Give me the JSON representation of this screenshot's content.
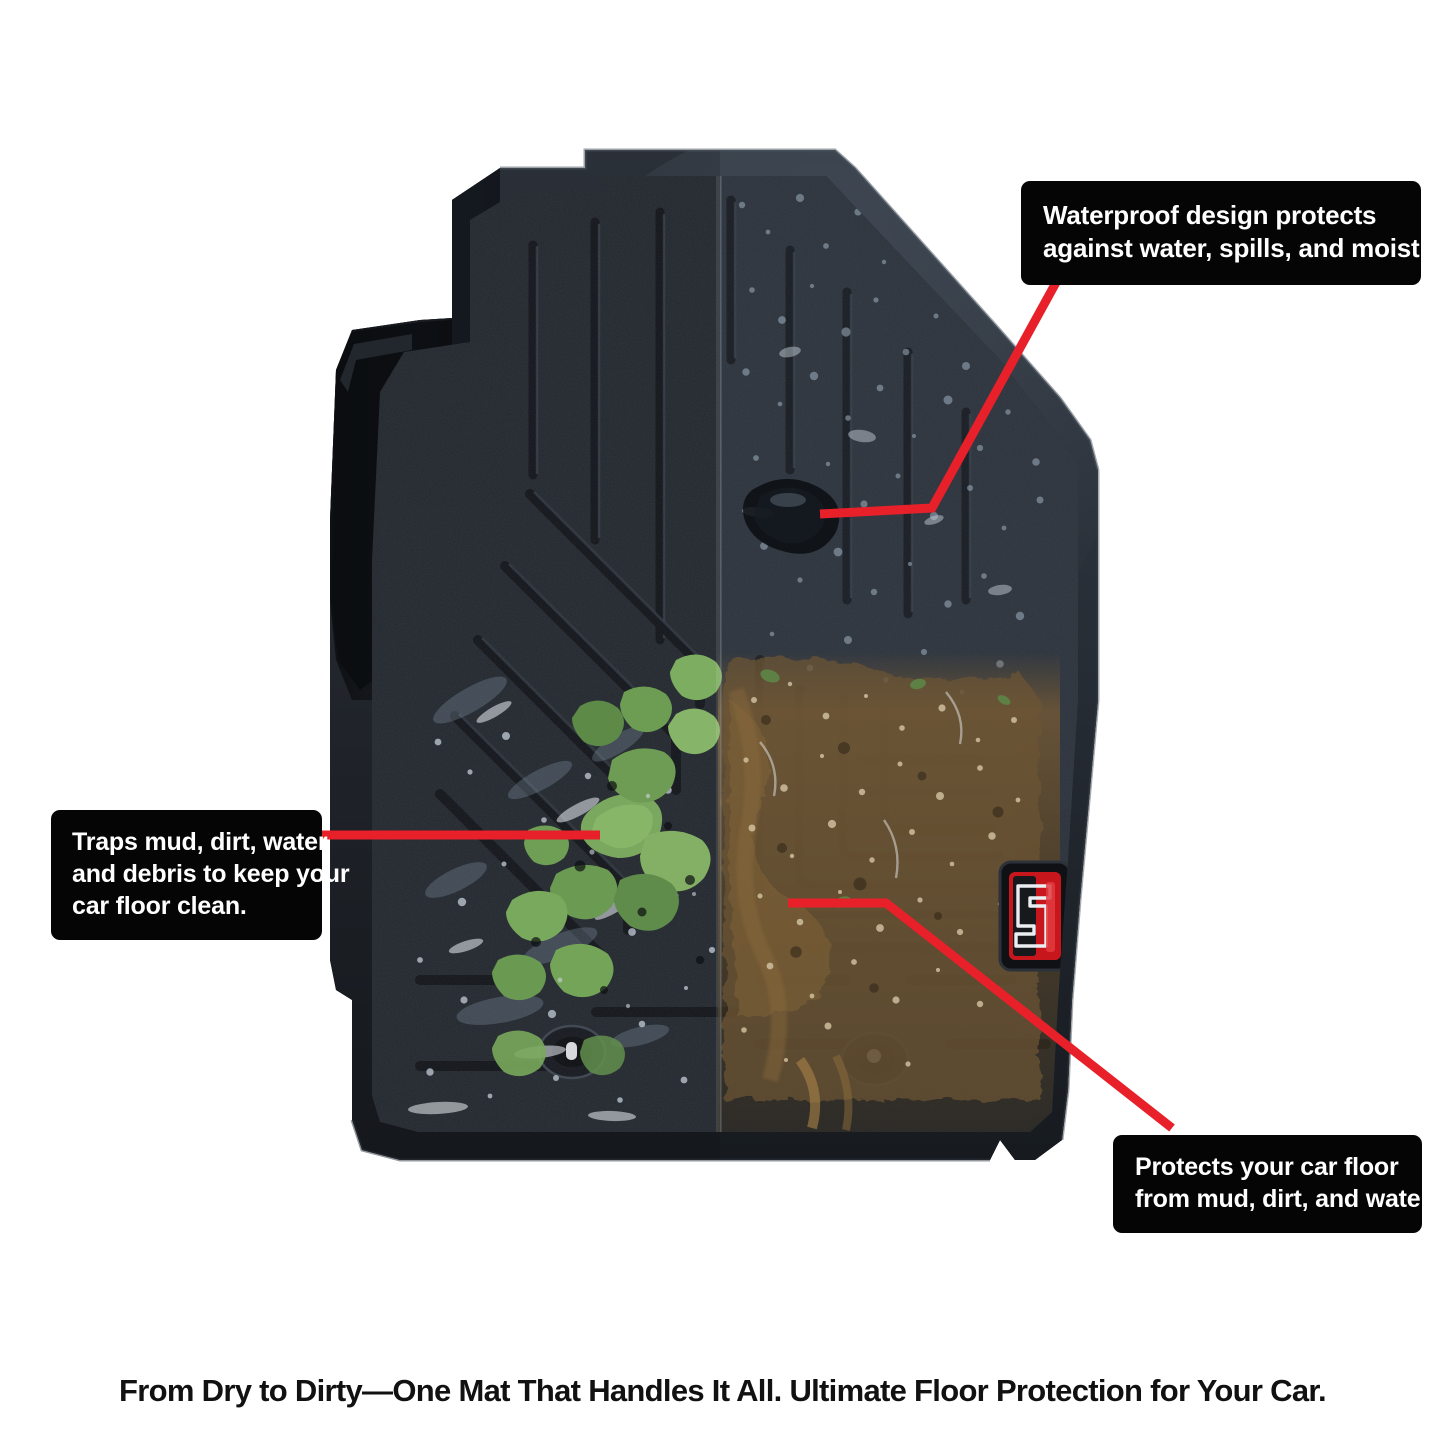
{
  "page": {
    "background_color": "#ffffff",
    "accent_color": "#e8202a",
    "callout_bg_color": "#050505",
    "callout_text_color": "#ffffff"
  },
  "product": {
    "name": "car-floor-mat",
    "description": "3D all-weather car floor mat shown split: clean/wet on the left, muddy and debris-covered on the right",
    "mat_body_color": "#22262c",
    "mat_wet_color": "#2d333b",
    "mud_color": "#6b5333",
    "leaf_color": "#6f9c55",
    "logo": {
      "name": "brand-badge",
      "red": "#c8161d",
      "outline": "#e9e9e9",
      "base": "#141414"
    }
  },
  "callouts": [
    {
      "id": "waterproof",
      "name": "callout-waterproof",
      "lines": [
        "Waterproof design protects",
        "against water, spills, and moisture."
      ]
    },
    {
      "id": "traps",
      "name": "callout-traps",
      "lines": [
        "Traps mud, dirt, water",
        "and debris to keep your",
        "car floor clean."
      ]
    },
    {
      "id": "protects",
      "name": "callout-protects",
      "lines": [
        "Protects your car floor",
        "from mud, dirt, and water."
      ]
    }
  ],
  "caption": {
    "text": "From Dry to Dirty—One Mat That Handles It All. Ultimate Floor Protection for Your Car."
  }
}
